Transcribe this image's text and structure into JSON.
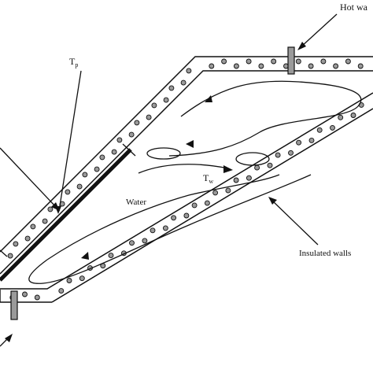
{
  "labels": {
    "hot_water": "Hot wa",
    "tp_main": "T",
    "tp_sub": "p",
    "tw_main": "T",
    "tw_sub": "w",
    "water": "Water",
    "insulated_walls": "Insulated walls"
  }
}
